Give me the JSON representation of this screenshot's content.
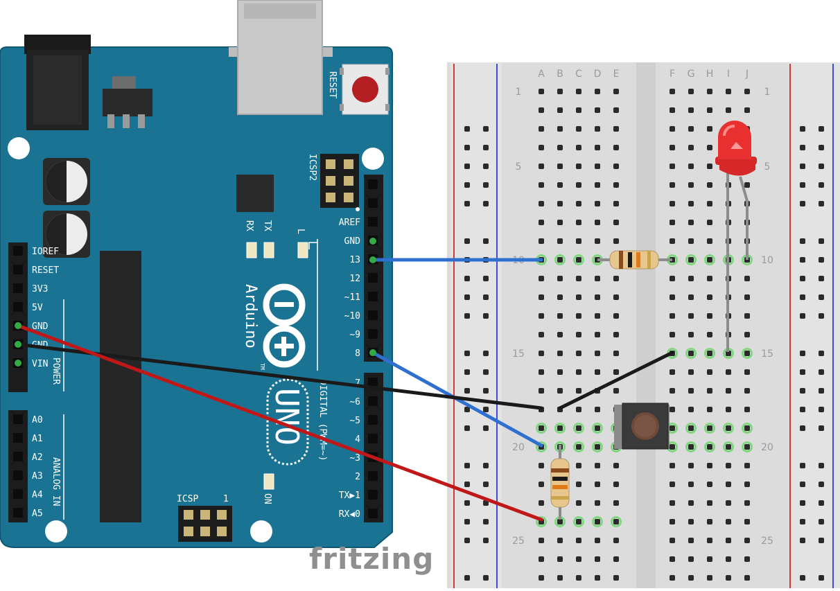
{
  "board": {
    "reset_label": "RESET",
    "icsp2_label": "ICSP2",
    "icsp_label": "ICSP",
    "icsp_pin1": "1",
    "brand": "Arduino",
    "tm": "TM",
    "model": "UNO",
    "rx": "RX",
    "tx": "TX",
    "l": "L",
    "on": "ON",
    "digital": "DIGITAL (PWM=~)",
    "power": "POWER",
    "analog": "ANALOG IN",
    "power_pins": [
      "IOREF",
      "RESET",
      "3V3",
      "5V",
      "GND",
      "GND",
      "VIN"
    ],
    "analog_pins": [
      "A0",
      "A1",
      "A2",
      "A3",
      "A4",
      "A5"
    ],
    "digital_pins_top": [
      "AREF",
      "GND",
      "13",
      "12",
      "~11",
      "~10",
      "~9",
      "8"
    ],
    "digital_pins_bottom": [
      "7",
      "~6",
      "~5",
      "4",
      "~3",
      "2",
      "TX▶1",
      "RX◀0"
    ]
  },
  "breadboard": {
    "columns_left": [
      "A",
      "B",
      "C",
      "D",
      "E"
    ],
    "columns_right": [
      "F",
      "G",
      "H",
      "I",
      "J"
    ],
    "row_numbers": [
      "1",
      "5",
      "10",
      "15",
      "20",
      "25"
    ]
  },
  "colors": {
    "board": "#1b7393",
    "wire_blue": "#2f6fd0",
    "wire_black": "#1a1a1a",
    "wire_red": "#c01818",
    "led": "#e83030"
  },
  "logo": "fritzing"
}
